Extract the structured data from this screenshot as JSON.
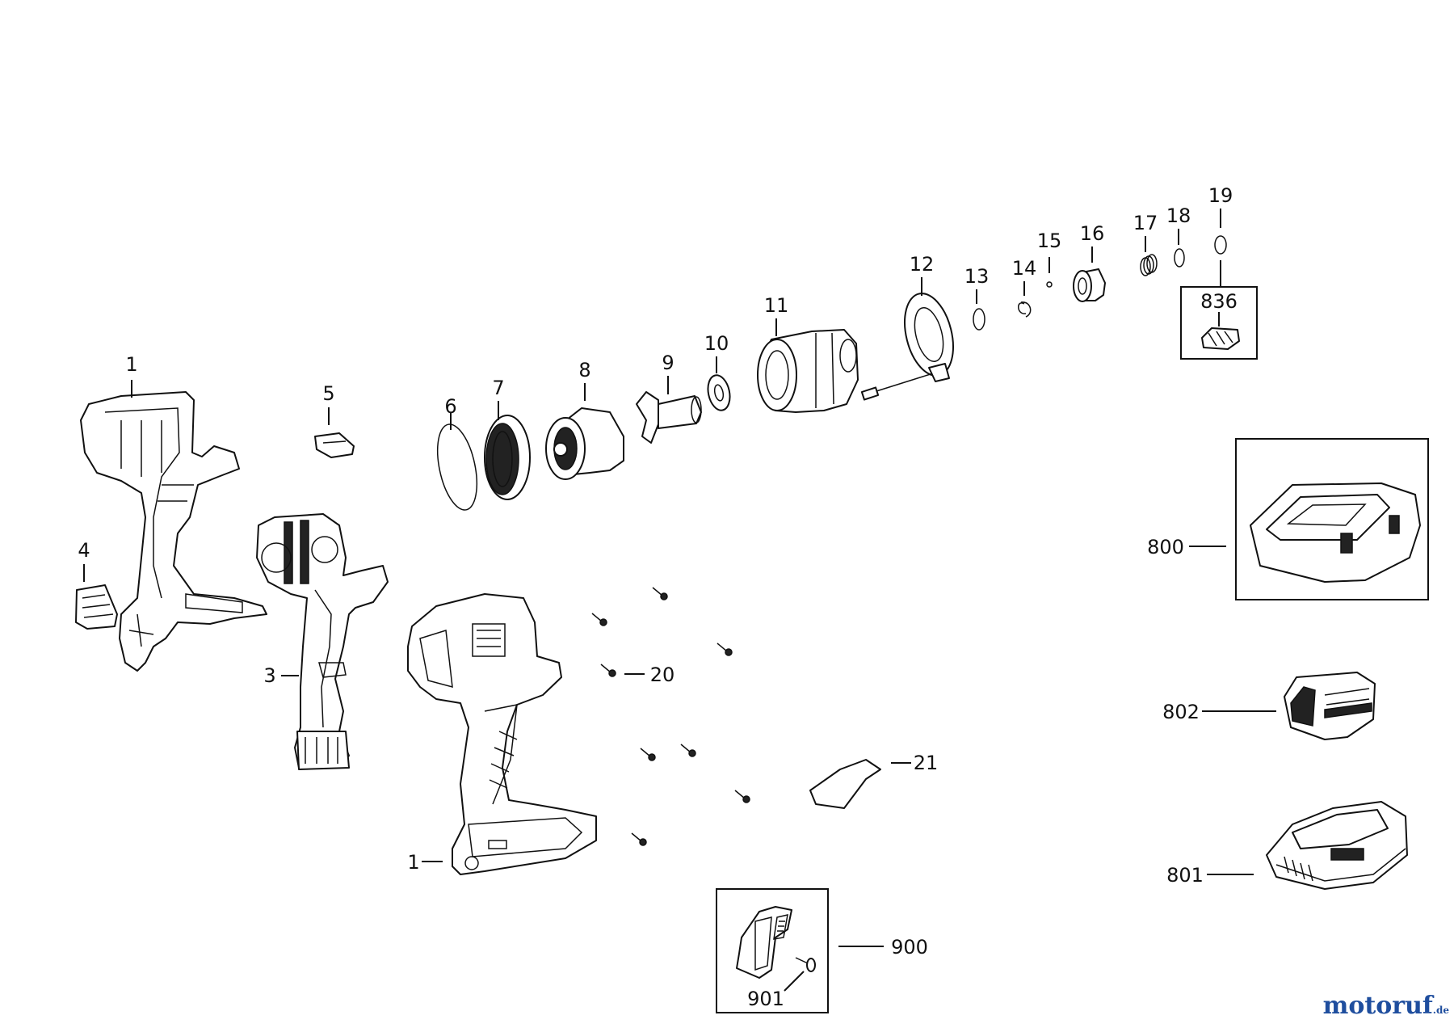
{
  "labels": {
    "p1_top": "1",
    "p1_bottom": "1",
    "p3": "3",
    "p4": "4",
    "p5": "5",
    "p6": "6",
    "p7": "7",
    "p8": "8",
    "p9": "9",
    "p10": "10",
    "p11": "11",
    "p12": "12",
    "p13": "13",
    "p14": "14",
    "p15": "15",
    "p16": "16",
    "p17": "17",
    "p18": "18",
    "p19": "19",
    "p20": "20",
    "p21": "21",
    "p800": "800",
    "p801": "801",
    "p802": "802",
    "p836": "836",
    "p900": "900",
    "p901": "901"
  },
  "watermark": {
    "brand": "motoruf",
    "tld": ".de",
    "color": "#1f4e9e"
  }
}
